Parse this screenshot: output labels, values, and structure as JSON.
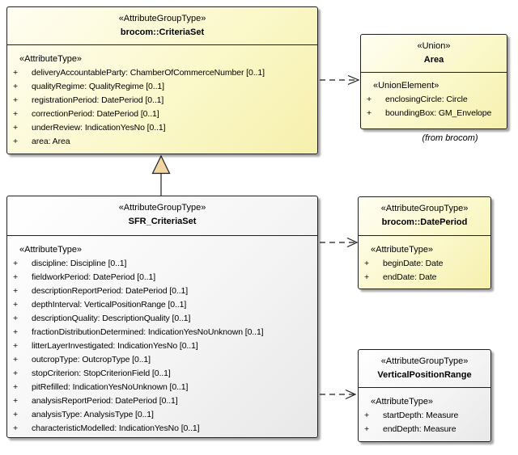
{
  "symbols": {
    "plus": "+"
  },
  "colors": {
    "class_fill_yellow": "#FBF8CB",
    "class_fill_white": "#F5F5F5",
    "border": "#1F1F1F",
    "generalization_arrow_fill": "#F2D5A0",
    "shadow": "#8C8C8C"
  },
  "boxes": {
    "criteria_set": {
      "stereotype": "«AttributeGroupType»",
      "name": "brocom::CriteriaSet",
      "attr_header": "«AttributeType»",
      "attributes": [
        "deliveryAccountableParty: ChamberOfCommerceNumber [0..1]",
        "qualityRegime: QualityRegime [0..1]",
        "registrationPeriod: DatePeriod [0..1]",
        "correctionPeriod: DatePeriod [0..1]",
        "underReview: IndicationYesNo [0..1]",
        "area: Area"
      ]
    },
    "area": {
      "stereotype": "«Union»",
      "name": "Area",
      "attr_header": "«UnionElement»",
      "attributes": [
        "enclosingCircle: Circle",
        "boundingBox: GM_Envelope"
      ]
    },
    "sfr_criteria_set": {
      "stereotype": "«AttributeGroupType»",
      "name": "SFR_CriteriaSet",
      "attr_header": "«AttributeType»",
      "attributes": [
        "discipline: Discipline [0..1]",
        "fieldworkPeriod: DatePeriod [0..1]",
        "descriptionReportPeriod: DatePeriod [0..1]",
        "depthInterval: VerticalPositionRange [0..1]",
        "descriptionQuality: DescriptionQuality [0..1]",
        "fractionDistributionDetermined: IndicationYesNoUnknown [0..1]",
        "litterLayerInvestigated: IndicationYesNo [0..1]",
        "outcropType: OutcropType [0..1]",
        "stopCriterion: StopCriterionField [0..1]",
        "pitRefilled: IndicationYesNoUnknown [0..1]",
        "analysisReportPeriod: DatePeriod [0..1]",
        "analysisType: AnalysisType [0..1]",
        "characteristicModelled: IndicationYesNo [0..1]"
      ]
    },
    "date_period": {
      "stereotype": "«AttributeGroupType»",
      "name": "brocom::DatePeriod",
      "attr_header": "«AttributeType»",
      "attributes": [
        "beginDate: Date",
        "endDate: Date"
      ]
    },
    "vertical_position_range": {
      "stereotype": "«AttributeGroupType»",
      "name": "VerticalPositionRange",
      "attr_header": "«AttributeType»",
      "attributes": [
        "startDepth: Measure",
        "endDepth: Measure"
      ]
    }
  },
  "annotations": {
    "area_origin_note": "(from brocom)"
  },
  "connectors": [
    {
      "type": "dependency",
      "from": "brocom::CriteriaSet",
      "to": "Area",
      "style": "dashed-open-arrow"
    },
    {
      "type": "generalization",
      "from": "SFR_CriteriaSet",
      "to": "brocom::CriteriaSet",
      "style": "solid-triangle"
    },
    {
      "type": "dependency",
      "from": "SFR_CriteriaSet",
      "to": "brocom::DatePeriod",
      "style": "dashed-open-arrow"
    },
    {
      "type": "dependency",
      "from": "SFR_CriteriaSet",
      "to": "VerticalPositionRange",
      "style": "dashed-open-arrow"
    }
  ]
}
